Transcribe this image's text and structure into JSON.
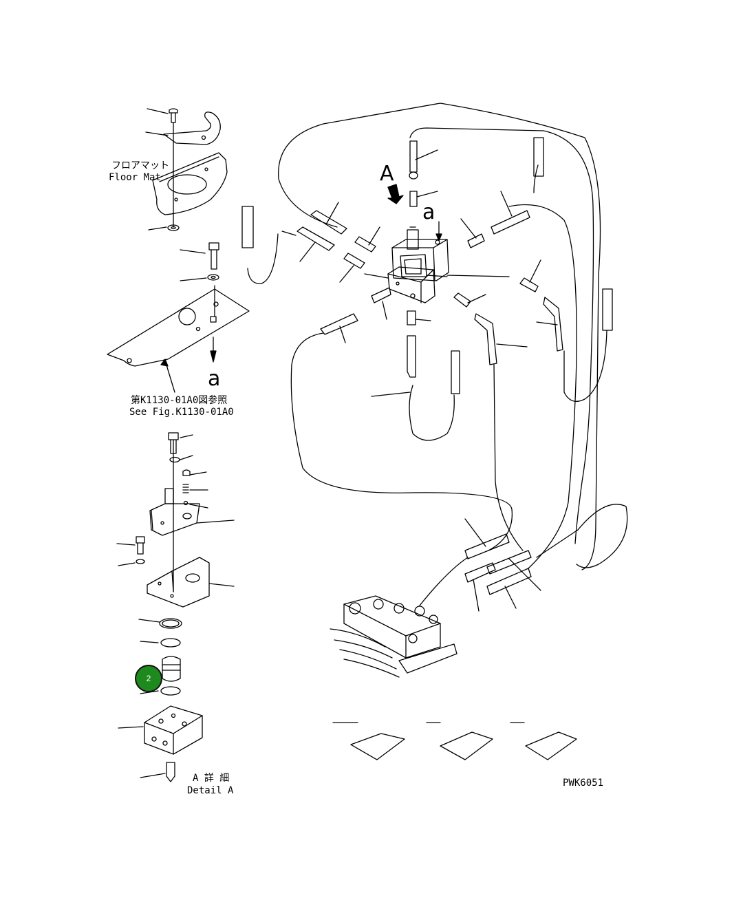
{
  "labels": {
    "floor_mat_jp": "フロアマット",
    "floor_mat_en": "Floor Mat",
    "see_fig_jp": "第K1130-01A0図参照",
    "see_fig_en": "See Fig.K1130-01A0",
    "view_arrow": "A",
    "ref_a_top": "a",
    "ref_a_left": "a",
    "detail_jp": "A 詳 細",
    "detail_en": "Detail A",
    "drawing_code": "PWK6051"
  },
  "callout": {
    "number": "2",
    "color": "#1e8a1e"
  }
}
